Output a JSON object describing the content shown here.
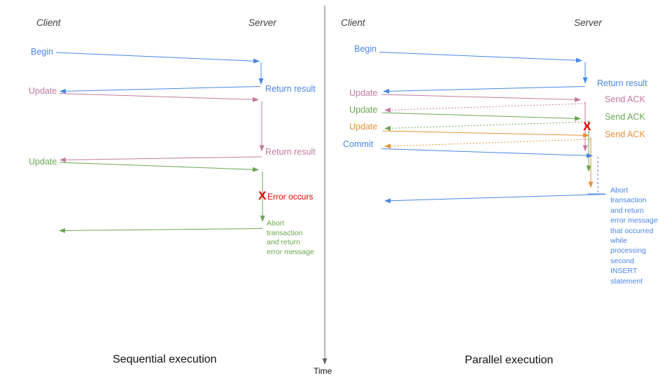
{
  "left": {
    "client_header": "Client",
    "server_header": "Server",
    "begin_label": "Begin",
    "return_result_1": "Return result",
    "update_1": "Update",
    "return_result_2": "Return result",
    "update_2": "Update",
    "error_x": "X",
    "error_label": "Error occurs",
    "abort_lines": [
      "Abort",
      "transaction",
      "and return",
      "error message"
    ],
    "title": "Sequential execution"
  },
  "right": {
    "client_header": "Client",
    "server_header": "Server",
    "begin_label": "Begin",
    "return_result": "Return result",
    "update_1": "Update",
    "send_ack_1": "Send ACK",
    "update_2": "Update",
    "send_ack_2": "Send ACK",
    "update_3": "Update",
    "send_ack_3": "Send ACK",
    "commit_label": "Commit",
    "error_x": "X",
    "abort_lines": [
      "Abort",
      "transaction",
      "and return",
      "error message",
      "that occurred",
      "while",
      "processing",
      "second",
      "INSERT",
      "statement"
    ],
    "title": "Parallel execution"
  },
  "time_axis": {
    "label": "Time"
  },
  "colors": {
    "blue": "#4a86e8",
    "pink": "#c27ba0",
    "green": "#6aa84f",
    "orange": "#e69138",
    "red": "#f00000",
    "axis": "#666666"
  }
}
